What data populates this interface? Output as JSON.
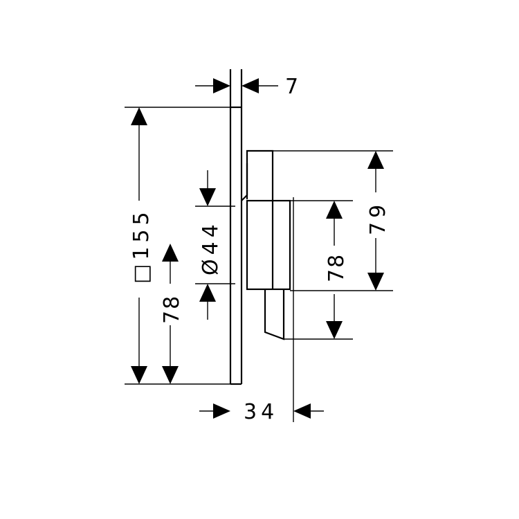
{
  "dimensions": {
    "plate_thickness": "7",
    "plate_size": "□155",
    "plate_half": "78",
    "handle_diameter": "Ø44",
    "handle_height": "79",
    "handle_lower": "78",
    "depth": "34"
  }
}
